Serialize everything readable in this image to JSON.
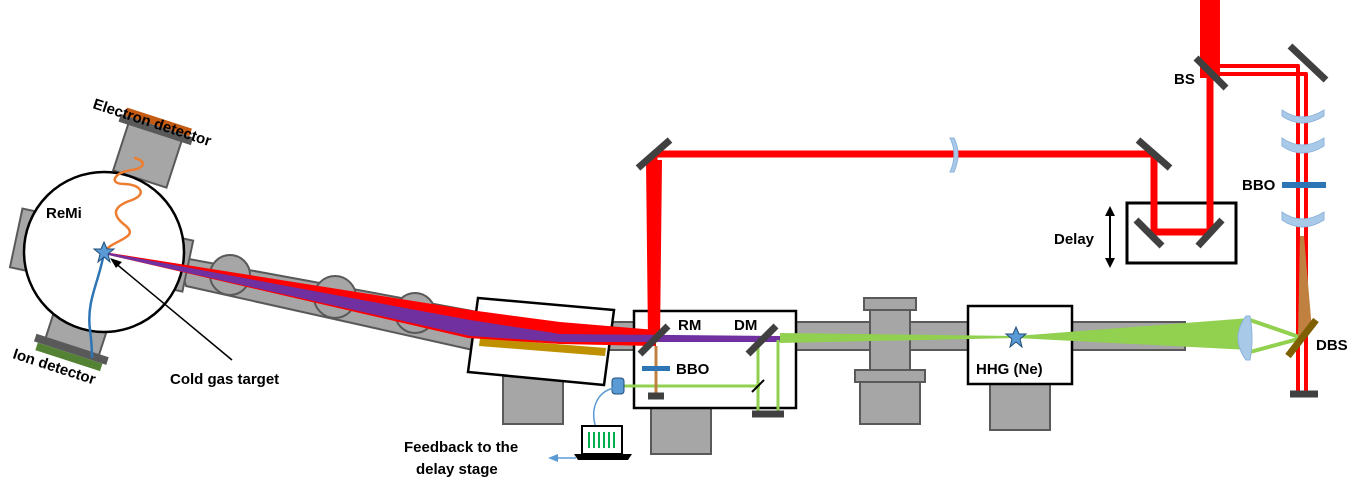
{
  "labels": {
    "electron_detector": "Electron detector",
    "remi": "ReMi",
    "ion_detector": "Ion detector",
    "cold_gas_target": "Cold gas target",
    "feedback_line1": "Feedback to the",
    "feedback_line2": "delay stage",
    "rm": "RM",
    "dm": "DM",
    "bbo_lower": "BBO",
    "hhg": "HHG (Ne)",
    "delay": "Delay",
    "bs": "BS",
    "bbo_right": "BBO",
    "dbs": "DBS"
  },
  "colors": {
    "fundamental_beam": "#ff0000",
    "xuv_beam": "#7030a0",
    "second_harmonic_beam": "#92d050",
    "vacuum_chamber": "#a6a6a6",
    "mirror": "#404040",
    "lens": "#a9c9e8",
    "electron_detector": "#c55a11",
    "ion_detector": "#548235",
    "electron_trajectory": "#ed7d31",
    "ion_trajectory": "#2e75b6",
    "grating": "#bf9000",
    "dbs_mirror": "#7f6000",
    "bbo_crystal": "#2e75b6"
  },
  "icons": [
    "laptop-icon",
    "photodiode-icon",
    "gas-target-star-icon",
    "hhg-star-icon"
  ]
}
